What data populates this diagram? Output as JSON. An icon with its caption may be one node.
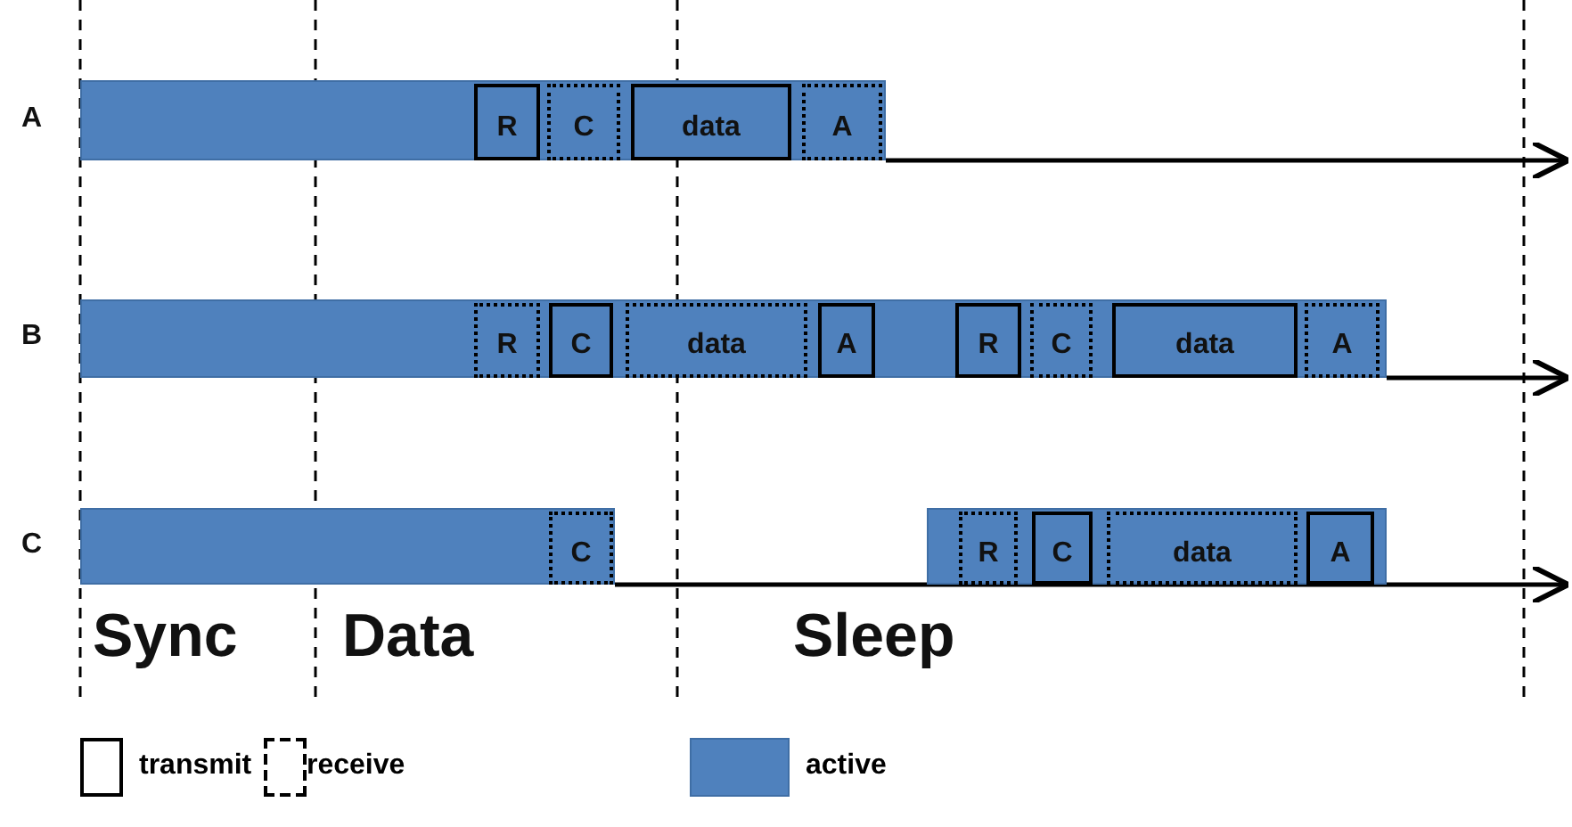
{
  "diagram": {
    "nodes": [
      {
        "text": [],
        "shape": "bar"
      },
      {
        "text": [
          "R"
        ],
        "in": 0
      },
      {
        "text": [
          "C"
        ],
        "in": 0
      },
      {
        "text": [
          "data"
        ],
        "in": 0
      },
      {
        "text": [
          "A"
        ],
        "in": 0
      },
      {
        "text": [],
        "shape": "bar"
      },
      {
        "text": [
          "R"
        ],
        "in": 5
      },
      {
        "text": [
          "C"
        ],
        "in": 5
      },
      {
        "text": [
          "data"
        ],
        "in": 5
      },
      {
        "text": [
          "A"
        ],
        "in": 5
      },
      {
        "text": [
          "R"
        ],
        "in": 5
      },
      {
        "text": [
          "C"
        ],
        "in": 5
      },
      {
        "text": [
          "data"
        ],
        "in": 5
      },
      {
        "text": [
          "A"
        ],
        "in": 5
      },
      {
        "text": [],
        "shape": "bar"
      },
      {
        "text": [
          "C"
        ],
        "in": 14
      },
      {
        "text": [],
        "shape": "bar"
      },
      {
        "text": [
          "R"
        ],
        "in": 16
      },
      {
        "text": [
          "C"
        ],
        "in": 16
      },
      {
        "text": [
          "data"
        ],
        "in": 16
      },
      {
        "text": [
          "A"
        ],
        "in": 16
      }
    ],
    "labels": [
      "A",
      "B",
      "C",
      "Sync",
      "Data",
      "Sleep"
    ],
    "legend": [
      {
        "text": "transmit"
      },
      {
        "text": "receive"
      },
      {
        "text": "active",
        "color": "#4f81bd"
      }
    ]
  }
}
